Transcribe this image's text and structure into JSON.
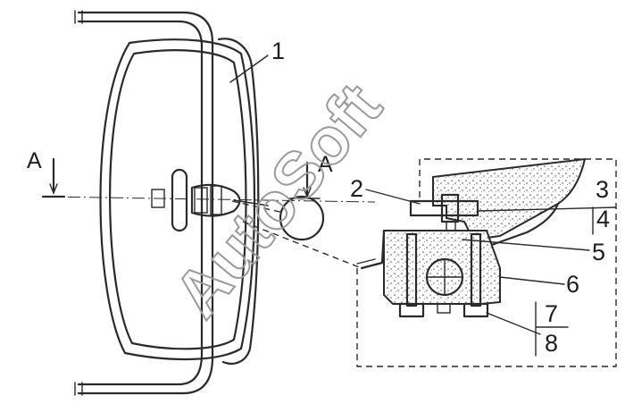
{
  "callouts": {
    "c1": "1",
    "c2": "2",
    "c3": "3",
    "c4": "4",
    "c5": "5",
    "c6": "6",
    "c7": "7",
    "c8": "8"
  },
  "section_marks": {
    "left": "A",
    "right": "A"
  },
  "watermark": "AutoSoft",
  "colors": {
    "line": "#2a2a2a",
    "watermark": "#9a9a9a",
    "background": "#ffffff"
  }
}
